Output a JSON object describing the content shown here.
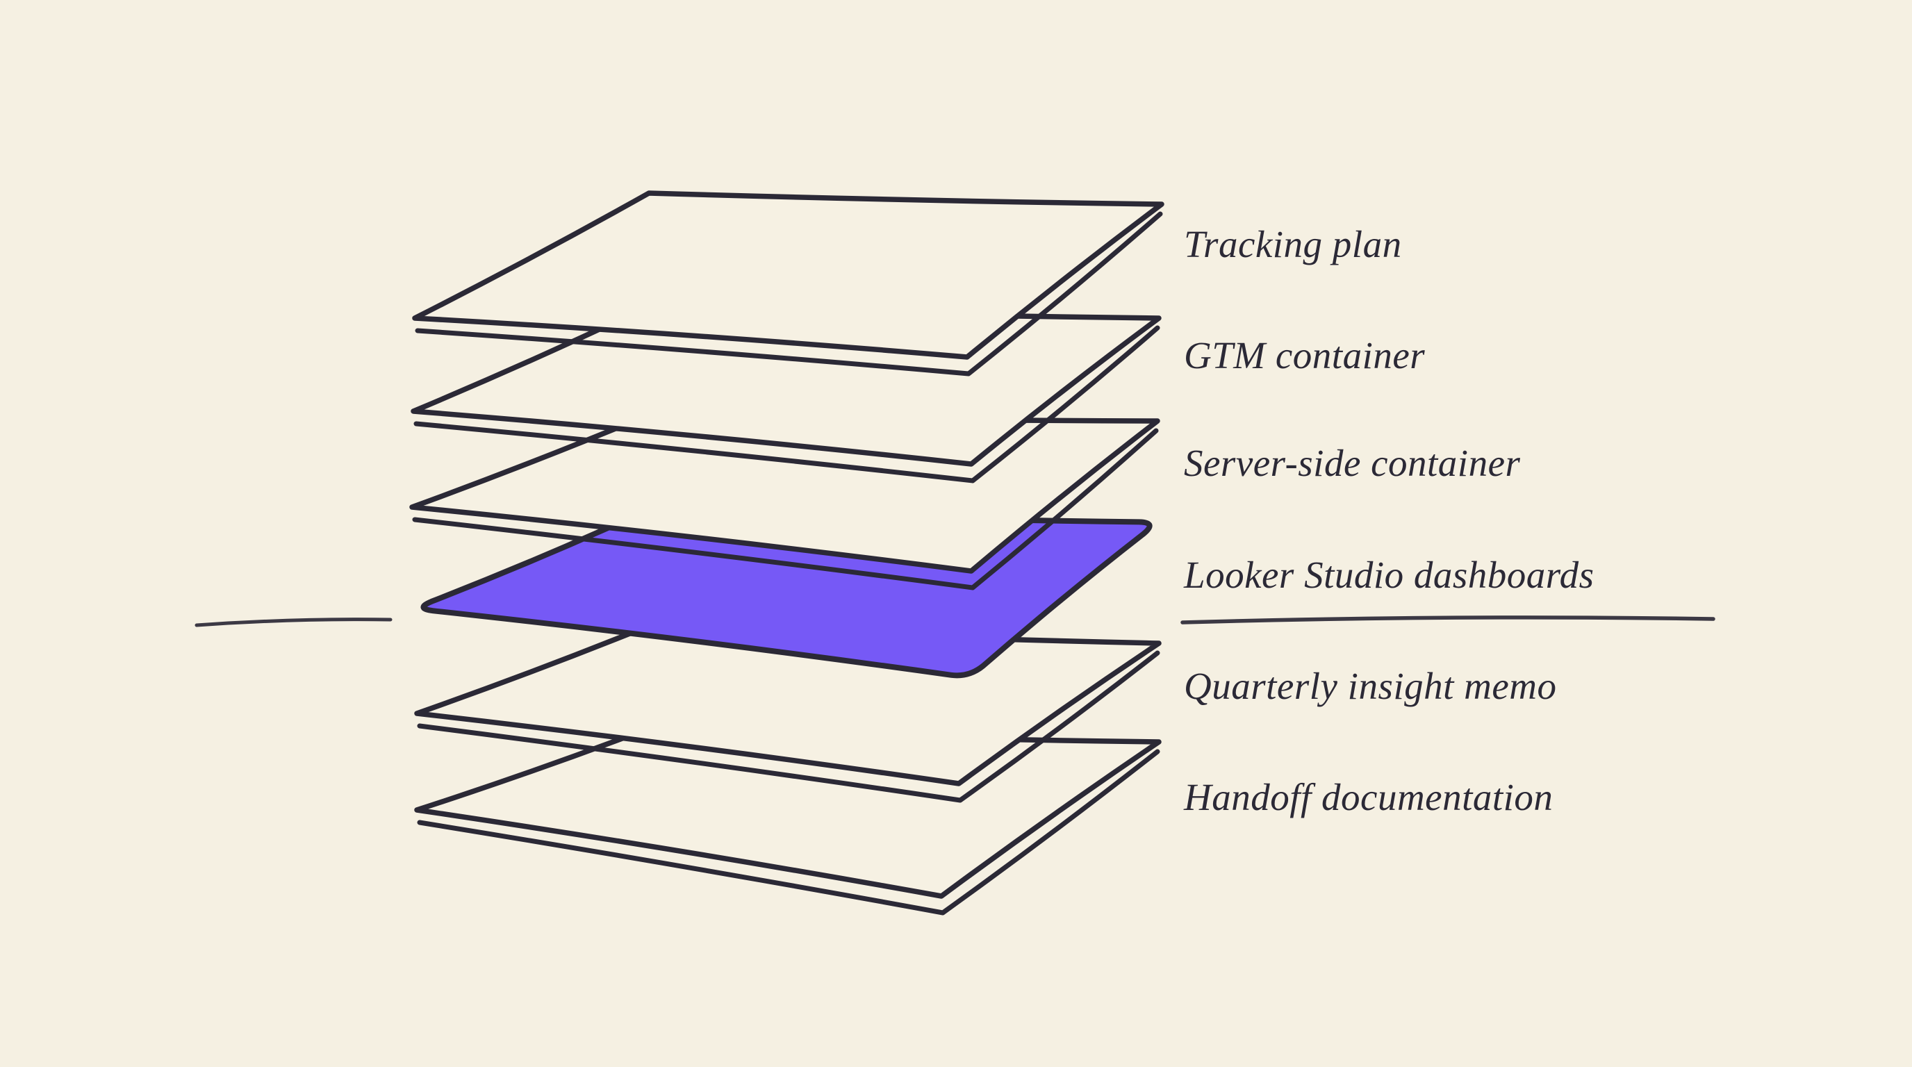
{
  "colors": {
    "background": "#f5f0e2",
    "paper": "#f6f1e3",
    "ink": "#2b2936",
    "highlight": "#7659f6"
  },
  "layers": [
    {
      "label": "Tracking plan",
      "highlighted": false
    },
    {
      "label": "GTM container",
      "highlighted": false
    },
    {
      "label": "Server-side container",
      "highlighted": false
    },
    {
      "label": "Looker Studio dashboards",
      "highlighted": true
    },
    {
      "label": "Quarterly insight memo",
      "highlighted": false
    },
    {
      "label": "Handoff documentation",
      "highlighted": false
    }
  ]
}
